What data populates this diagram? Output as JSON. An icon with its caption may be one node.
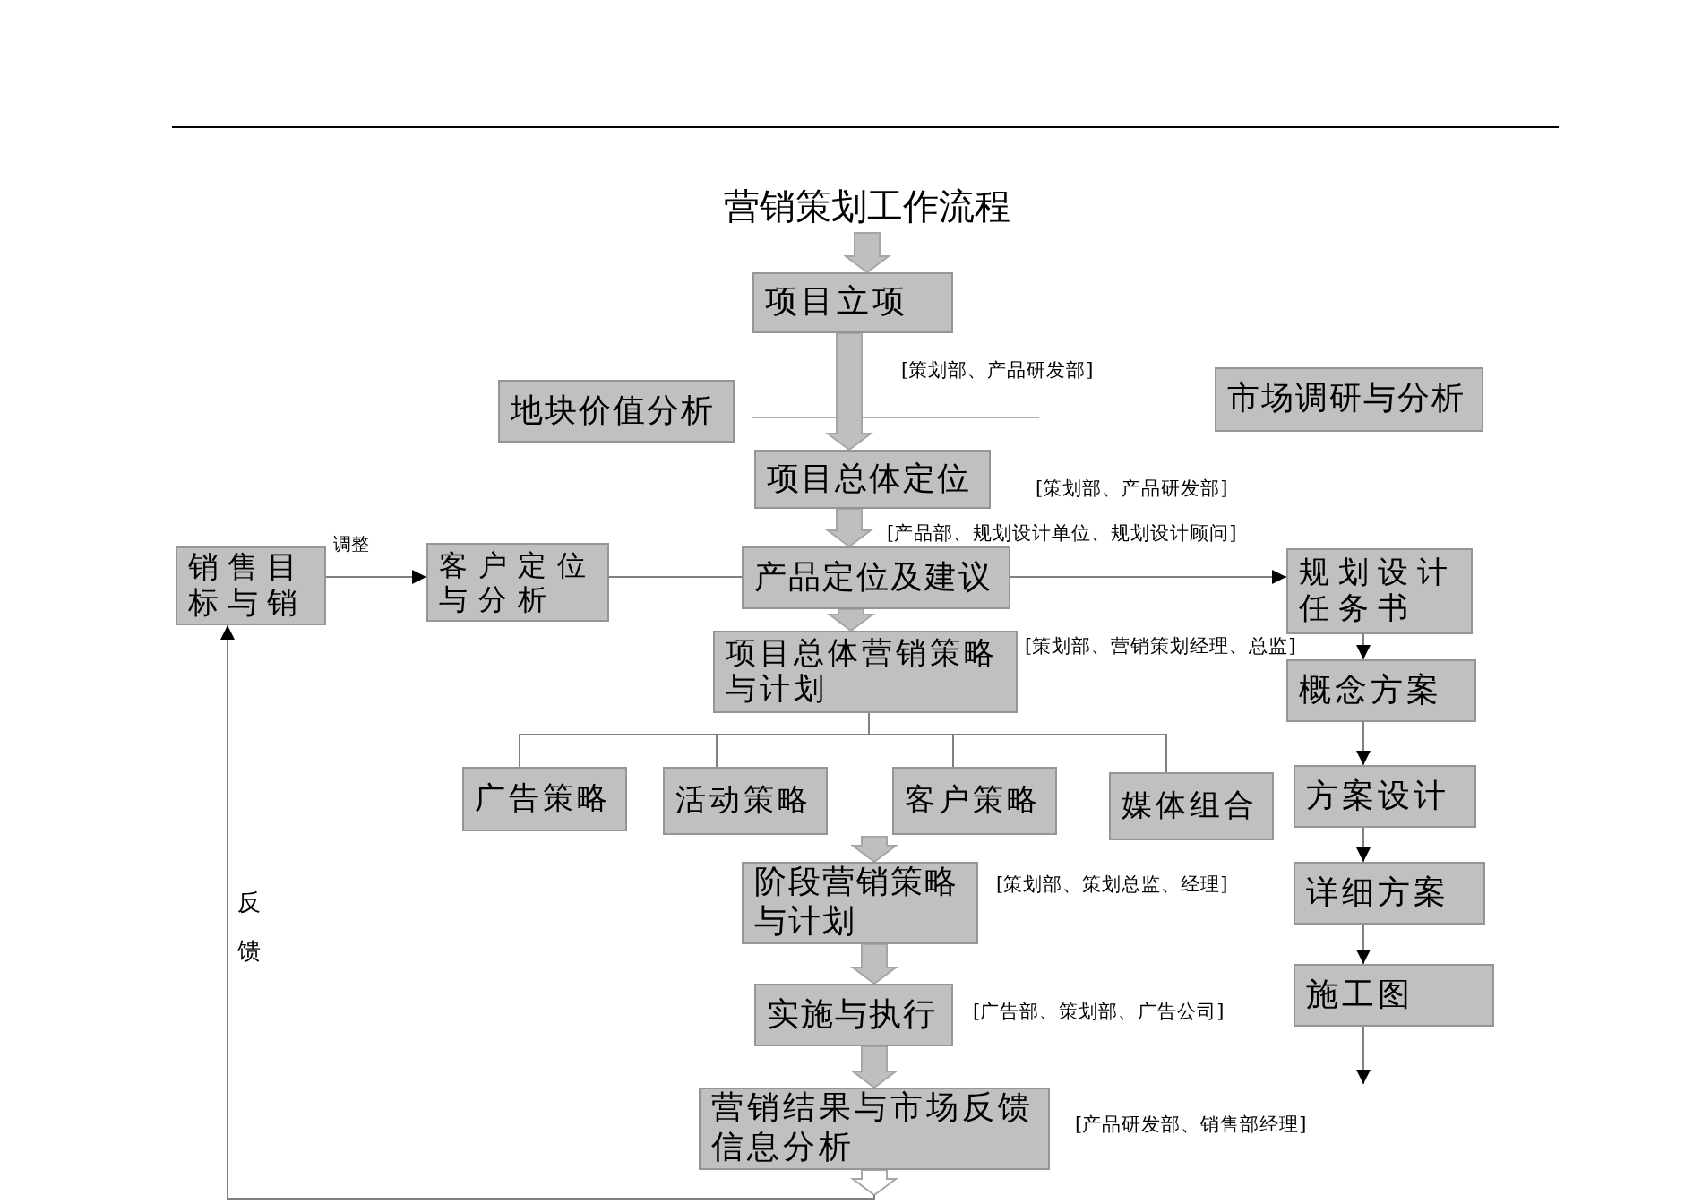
{
  "diagram": {
    "title": "营销策划工作流程",
    "nodes": [
      {
        "text": [
          "项目立项"
        ],
        "beside": [
          "[策划部、产品研发部]"
        ]
      },
      {
        "text": [
          "地块价值分析"
        ]
      },
      {
        "text": [
          "市场调研与分析"
        ]
      },
      {
        "text": [
          "项目总体定位"
        ],
        "beside": [
          "[策划部、产品研发部]"
        ]
      },
      {
        "text": [
          "销售目标与销"
        ]
      },
      {
        "text": [
          "客户定位与分析"
        ]
      },
      {
        "text": [
          "产品定位及建议"
        ],
        "beside": [
          "[产品部、规划设计单位、规划设计顾问]"
        ]
      },
      {
        "text": [
          "规划设计任务书"
        ]
      },
      {
        "text": [
          "项目总体营销策略与计划"
        ],
        "beside": [
          "[策划部、营销策划经理、总监]"
        ]
      },
      {
        "text": [
          "概念方案"
        ]
      },
      {
        "text": [
          "广告策略"
        ]
      },
      {
        "text": [
          "活动策略"
        ]
      },
      {
        "text": [
          "客户策略"
        ]
      },
      {
        "text": [
          "媒体组合"
        ]
      },
      {
        "text": [
          "方案设计"
        ]
      },
      {
        "text": [
          "阶段营销策略与计划"
        ],
        "beside": [
          "[策划部、策划总监、经理]"
        ]
      },
      {
        "text": [
          "详细方案"
        ]
      },
      {
        "text": [
          "实施与执行"
        ],
        "beside": [
          "[广告部、策划部、广告公司]"
        ]
      },
      {
        "text": [
          "施工图"
        ]
      },
      {
        "text": [
          "营销结果与市场反馈信息分析"
        ],
        "beside": [
          "[产品研发部、销售部经理]"
        ]
      }
    ],
    "edges": [
      {
        "from": null,
        "to": 0,
        "arrow": "to",
        "style": "thick"
      },
      {
        "from": 0,
        "to": 3,
        "arrow": "to",
        "style": "thick"
      },
      {
        "from": 3,
        "to": 6,
        "arrow": "to",
        "style": "thick"
      },
      {
        "from": 6,
        "to": 8,
        "arrow": "to",
        "style": "thick"
      },
      {
        "from": 4,
        "to": 5,
        "arrow": "to",
        "label": "调整"
      },
      {
        "from": 5,
        "to": 6,
        "arrow": "none"
      },
      {
        "from": 6,
        "to": 7,
        "arrow": "to"
      },
      {
        "from": 8,
        "to": 10,
        "arrow": "none"
      },
      {
        "from": 8,
        "to": 11,
        "arrow": "none"
      },
      {
        "from": 8,
        "to": 12,
        "arrow": "none"
      },
      {
        "from": 8,
        "to": 13,
        "arrow": "none"
      },
      {
        "from": null,
        "to": 15,
        "arrow": "to",
        "style": "thick"
      },
      {
        "from": 15,
        "to": 17,
        "arrow": "to",
        "style": "thick"
      },
      {
        "from": 17,
        "to": 19,
        "arrow": "to",
        "style": "thick"
      },
      {
        "from": 19,
        "to": 4,
        "arrow": "to",
        "label": "反馈"
      },
      {
        "from": 7,
        "to": 9,
        "arrow": "to"
      },
      {
        "from": 9,
        "to": 14,
        "arrow": "to"
      },
      {
        "from": 14,
        "to": 16,
        "arrow": "to"
      },
      {
        "from": 16,
        "to": 18,
        "arrow": "to"
      },
      {
        "from": 18,
        "to": null,
        "arrow": "to"
      }
    ]
  }
}
